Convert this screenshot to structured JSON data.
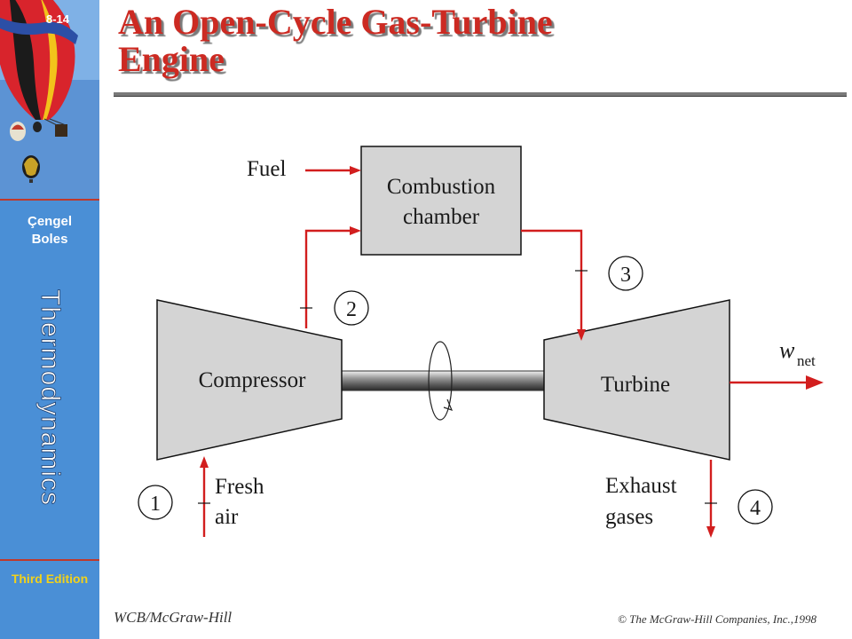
{
  "slide": {
    "number": "8-14",
    "title_line1": "An Open-Cycle Gas-Turbine",
    "title_line2": "Engine"
  },
  "sidebar": {
    "author1": "Çengel",
    "author2": "Boles",
    "book_title": "Thermodynamics",
    "edition": "Third Edition"
  },
  "diagram": {
    "fuel_label": "Fuel",
    "combustion_line1": "Combustion",
    "combustion_line2": "chamber",
    "compressor_label": "Compressor",
    "turbine_label": "Turbine",
    "work_symbol": "w",
    "work_subscript": "net",
    "fresh_line1": "Fresh",
    "fresh_line2": "air",
    "exhaust_line1": "Exhaust",
    "exhaust_line2": "gases",
    "state1": "1",
    "state2": "2",
    "state3": "3",
    "state4": "4"
  },
  "footer": {
    "publisher": "WCB/McGraw-Hill",
    "copyright": "© The McGraw-Hill Companies, Inc.,1998"
  },
  "colors": {
    "flow_red": "#d21e1e",
    "title_red": "#cc2a22",
    "sidebar_blue": "#4a8fd6",
    "component_gray": "#d4d4d4"
  }
}
